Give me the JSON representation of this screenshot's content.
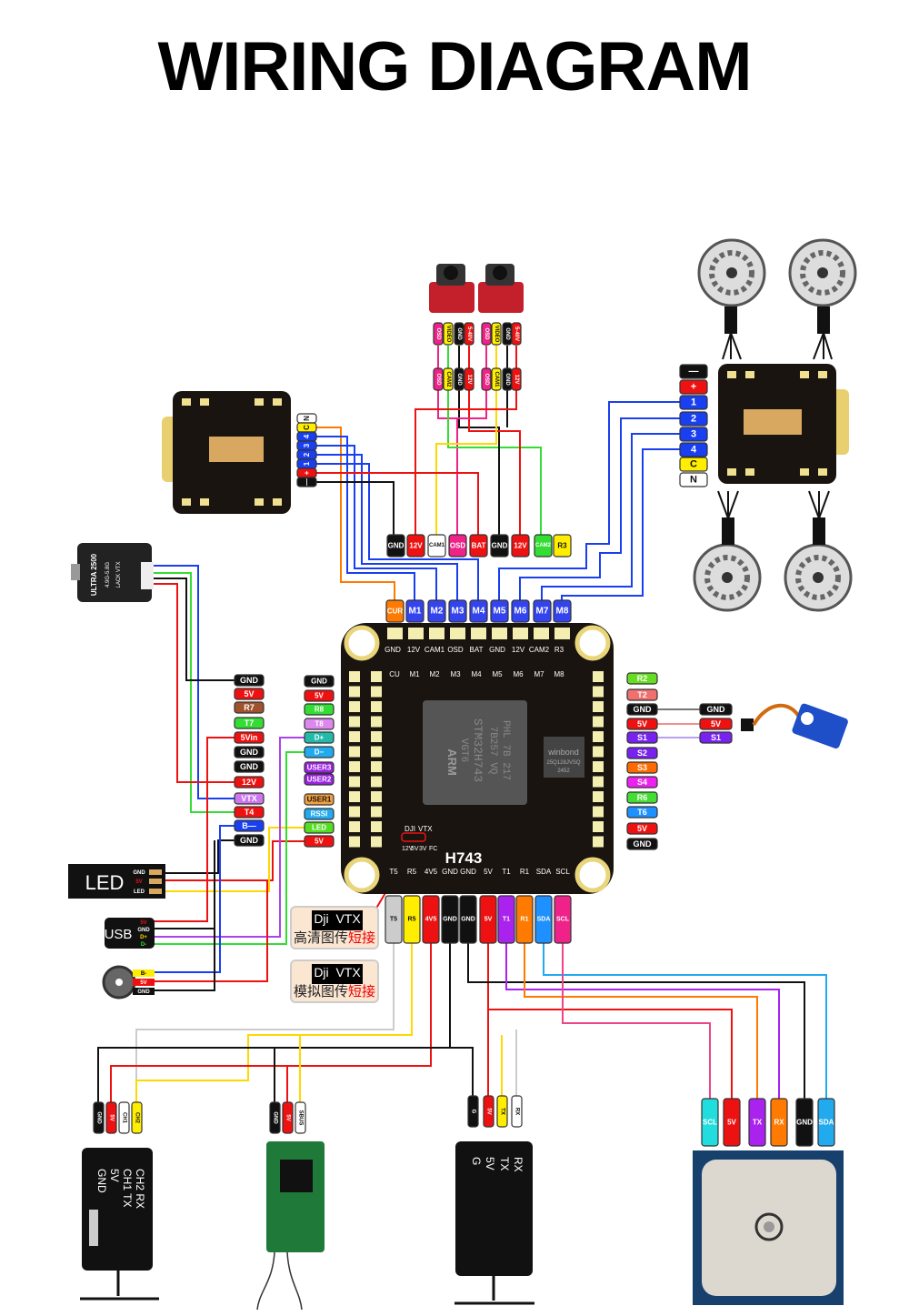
{
  "title": "WIRING DIAGRAM",
  "colors": {
    "black": "#111111",
    "red": "#ee1111",
    "blue": "#1a3ff0",
    "yellow": "#ffee00",
    "green": "#33dd33",
    "orange": "#ff7a00",
    "pink": "#ee2288",
    "purple": "#8822ee",
    "violet": "#cc66ee",
    "white": "#ffffff",
    "cyan": "#22dddd",
    "sky": "#1e90ff",
    "gray": "#cccccc",
    "brown": "#a0522d",
    "lime": "#66dd22",
    "salmon": "#f07070",
    "magenta": "#ee22ee",
    "teal": "#22ccbb",
    "lightblue": "#22aaee"
  },
  "cameras": {
    "left_upper": [
      "OSD",
      "VIDEO",
      "GND",
      "5-40V"
    ],
    "left_lower": [
      "OSD",
      "CAM2",
      "GND",
      "12V"
    ],
    "right_upper": [
      "OSD",
      "VIDEO",
      "GND",
      "5-40V"
    ],
    "right_lower": [
      "OSD",
      "CAM1",
      "GND",
      "12V"
    ]
  },
  "fc_top_pads": [
    {
      "label": "GND",
      "color": "#111111"
    },
    {
      "label": "12V",
      "color": "#ee1111"
    },
    {
      "label": "CAM1",
      "color": "#ffffff"
    },
    {
      "label": "OSD",
      "color": "#ee2288"
    },
    {
      "label": "BAT",
      "color": "#ee1111"
    },
    {
      "label": "GND",
      "color": "#111111"
    },
    {
      "label": "12V",
      "color": "#ee1111"
    },
    {
      "label": "CAM2",
      "color": "#33dd33"
    },
    {
      "label": "R3",
      "color": "#ffee00"
    }
  ],
  "motor_pads": [
    {
      "label": "CUR",
      "color": "#ff7a00"
    },
    {
      "label": "M1",
      "color": "#3344ee"
    },
    {
      "label": "M2",
      "color": "#3344ee"
    },
    {
      "label": "M3",
      "color": "#3344ee"
    },
    {
      "label": "M4",
      "color": "#3344ee"
    },
    {
      "label": "M5",
      "color": "#3344ee"
    },
    {
      "label": "M6",
      "color": "#3344ee"
    },
    {
      "label": "M7",
      "color": "#3344ee"
    },
    {
      "label": "M8",
      "color": "#3344ee"
    }
  ],
  "left_pads_outer": [
    {
      "label": "GND",
      "color": "#111111"
    },
    {
      "label": "5V",
      "color": "#ee1111"
    },
    {
      "label": "R7",
      "color": "#a0522d"
    },
    {
      "label": "T7",
      "color": "#33dd33"
    },
    {
      "label": "5Vin",
      "color": "#ee1111"
    },
    {
      "label": "GND",
      "color": "#111111"
    },
    {
      "label": "GND",
      "color": "#111111"
    },
    {
      "label": "12V",
      "color": "#ee1111"
    },
    {
      "label": "VTX",
      "color": "#cc77ee"
    },
    {
      "label": "T4",
      "color": "#ee1111"
    },
    {
      "label": "B—",
      "color": "#1a3ff0"
    },
    {
      "label": "GND",
      "color": "#111111"
    }
  ],
  "left_pads_inner": [
    {
      "label": "GND",
      "color": "#111111"
    },
    {
      "label": "5V",
      "color": "#ee1111"
    },
    {
      "label": "R8",
      "color": "#33dd33"
    },
    {
      "label": "T8",
      "color": "#dd88ee"
    },
    {
      "label": "D+",
      "color": "#22bbaa"
    },
    {
      "label": "D−",
      "color": "#22aaee"
    },
    {
      "label": "USER3",
      "color": "#9922dd"
    },
    {
      "label": "USER2",
      "color": "#9922dd"
    },
    {
      "label": "USER1",
      "color": "#f0a040"
    },
    {
      "label": "RSSI",
      "color": "#22aaee"
    },
    {
      "label": "LED",
      "color": "#55dd22"
    },
    {
      "label": "5V",
      "color": "#ee1111"
    }
  ],
  "right_pads": [
    {
      "label": "R2",
      "color": "#66dd22"
    },
    {
      "label": "T2",
      "color": "#f07070"
    },
    {
      "label": "GND",
      "color": "#111111"
    },
    {
      "label": "5V",
      "color": "#ee1111"
    },
    {
      "label": "S1",
      "color": "#7722ee"
    },
    {
      "label": "S2",
      "color": "#7722ee"
    },
    {
      "label": "S3",
      "color": "#ff6a00"
    },
    {
      "label": "S4",
      "color": "#ee22ee"
    },
    {
      "label": "R6",
      "color": "#44dd33"
    },
    {
      "label": "T6",
      "color": "#1e90ff"
    },
    {
      "label": "5V",
      "color": "#ee1111"
    },
    {
      "label": "GND",
      "color": "#111111"
    }
  ],
  "servo_pads": [
    {
      "label": "GND",
      "color": "#111111"
    },
    {
      "label": "5V",
      "color": "#ee1111"
    },
    {
      "label": "S1",
      "color": "#7722ee"
    }
  ],
  "bottom_pads": [
    {
      "label": "T5",
      "color": "#cccccc"
    },
    {
      "label": "R5",
      "color": "#ffee00"
    },
    {
      "label": "4V5",
      "color": "#ee1111"
    },
    {
      "label": "GND",
      "color": "#111111"
    },
    {
      "label": "GND",
      "color": "#111111"
    },
    {
      "label": "5V",
      "color": "#ee1111"
    },
    {
      "label": "T1",
      "color": "#aa22ee"
    },
    {
      "label": "R1",
      "color": "#ff7a00"
    },
    {
      "label": "SDA",
      "color": "#1e90ff"
    },
    {
      "label": "SCL",
      "color": "#ee2288"
    }
  ],
  "esc_right_pads": [
    {
      "label": "—",
      "color": "#111111"
    },
    {
      "label": "+",
      "color": "#ee1111"
    },
    {
      "label": "1",
      "color": "#1a3ff0"
    },
    {
      "label": "2",
      "color": "#1a3ff0"
    },
    {
      "label": "3",
      "color": "#1a3ff0"
    },
    {
      "label": "4",
      "color": "#1a3ff0"
    },
    {
      "label": "C",
      "color": "#ffee00"
    },
    {
      "label": "N",
      "color": "#ffffff"
    }
  ],
  "esc_left_pads": [
    {
      "label": "N",
      "color": "#ffffff"
    },
    {
      "label": "C",
      "color": "#ffee00"
    },
    {
      "label": "4",
      "color": "#1a3ff0"
    },
    {
      "label": "3",
      "color": "#1a3ff0"
    },
    {
      "label": "2",
      "color": "#1a3ff0"
    },
    {
      "label": "1",
      "color": "#1a3ff0"
    },
    {
      "label": "+",
      "color": "#ee1111"
    },
    {
      "label": "—",
      "color": "#111111"
    }
  ],
  "gps_pads": [
    {
      "label": "SCL",
      "color": "#22dddd"
    },
    {
      "label": "5V",
      "color": "#ee1111"
    },
    {
      "label": "TX",
      "color": "#aa22ee"
    },
    {
      "label": "RX",
      "color": "#ff7a00"
    },
    {
      "label": "GND",
      "color": "#111111"
    },
    {
      "label": "SDA",
      "color": "#22aaee"
    }
  ],
  "fc": {
    "name": "H743",
    "mcu_lines": [
      "STM32H743",
      "VGT6",
      "7B257 VQ",
      "PHL 7B 217"
    ],
    "flash": "winbond",
    "flash_sub": "25Q128JVSQ",
    "flash_code": "2452",
    "arm": "ARM",
    "top_labels": [
      "GND",
      "12V",
      "CAM1",
      "OSD",
      "BAT",
      "GND",
      "12V",
      "CAM2",
      "R3"
    ],
    "motor_labels": [
      "CU",
      "M1",
      "M2",
      "M3",
      "M4",
      "M5",
      "M6",
      "M7",
      "M8"
    ],
    "bottom_labels": [
      "T5",
      "R5",
      "4V5",
      "GND",
      "GND",
      "5V",
      "T1",
      "R1",
      "SDA",
      "SCL"
    ],
    "jumper_labels": {
      "dji": "DJI",
      "vtx": "VTX",
      "v12": "12V",
      "v5": "5V",
      "v3": "3V",
      "fc": "FC"
    }
  },
  "vtx_module": {
    "brand": "ULTRA 2500",
    "sub": "4.9G-5.8G",
    "sub2": "LACK VTX"
  },
  "led_module": {
    "name": "LED",
    "pins": [
      "GND",
      "5V",
      "LED"
    ]
  },
  "usb_module": {
    "name": "USB",
    "pins": [
      "5V",
      "GND",
      "D+",
      "D-"
    ]
  },
  "buzzer": {
    "pins": [
      "B-",
      "5V",
      "GND"
    ]
  },
  "jumper_notes": [
    {
      "dji": "Dji",
      "vtx": "VTX",
      "text": "高清图传",
      "emph": "短接"
    },
    {
      "dji": "Dji",
      "vtx": "VTX",
      "text": "模拟图传",
      "emph": "短接"
    }
  ],
  "receiver1": {
    "wires": [
      "GND",
      "5V",
      "CH1",
      "CH2"
    ],
    "board_labels": [
      "GND",
      "5V",
      "CH1 TX",
      "CH2 RX"
    ]
  },
  "receiver2": {
    "wires": [
      "GND",
      "5V",
      "SBUS"
    ]
  },
  "receiver3": {
    "wires": [
      "G",
      "5V",
      "TX",
      "RX"
    ],
    "board_labels": [
      "G",
      "5V",
      "TX",
      "RX"
    ]
  }
}
